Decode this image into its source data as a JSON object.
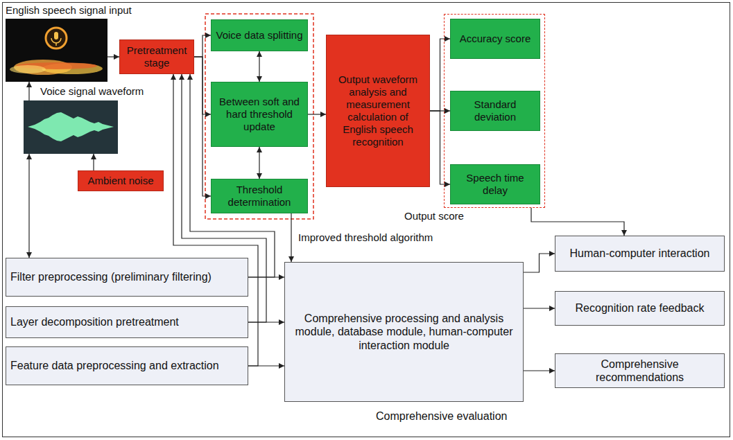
{
  "diagram": {
    "nodes": [
      {
        "text": [
          "English speech signal input"
        ]
      },
      {
        "text": [
          "Voice signal waveform"
        ]
      },
      {
        "text": [
          "Pretreatment stage"
        ]
      },
      {
        "text": [
          "Voice data splitting"
        ]
      },
      {
        "text": [
          "Between soft and hard threshold update"
        ]
      },
      {
        "text": [
          "Threshold determination"
        ]
      },
      {
        "text": [
          "Output waveform analysis and measurement calculation of English speech recognition"
        ]
      },
      {
        "text": [
          "Output score"
        ]
      },
      {
        "text": [
          "Accuracy score"
        ],
        "in": 7
      },
      {
        "text": [
          "Standard deviation"
        ],
        "in": 7
      },
      {
        "text": [
          "Speech time delay"
        ],
        "in": 7
      },
      {
        "text": [
          "Ambient noise"
        ]
      },
      {
        "text": [
          "Filter preprocessing (preliminary filtering)"
        ]
      },
      {
        "text": [
          "Layer decomposition pretreatment"
        ]
      },
      {
        "text": [
          "Feature data preprocessing and extraction"
        ]
      },
      {
        "text": [
          "Comprehensive processing and analysis module, database module, human-computer interaction module"
        ]
      },
      {
        "text": [
          "Human-computer interaction"
        ]
      },
      {
        "text": [
          "Recognition rate feedback"
        ]
      },
      {
        "text": [
          "Comprehensive recommendations"
        ]
      }
    ],
    "edges": [
      {
        "from": 1,
        "to": 0,
        "arrow": "to"
      },
      {
        "from": 0,
        "to": 2,
        "arrow": "to"
      },
      {
        "from": 11,
        "to": 1,
        "arrow": "to"
      },
      {
        "from": 1,
        "to": 12,
        "arrow": "both"
      },
      {
        "from": 2,
        "to": 3,
        "arrow": "to"
      },
      {
        "from": 2,
        "to": 4,
        "arrow": "to"
      },
      {
        "from": 2,
        "to": 5,
        "arrow": "to"
      },
      {
        "from": 3,
        "to": 4,
        "arrow": "both"
      },
      {
        "from": 4,
        "to": 5,
        "arrow": "both"
      },
      {
        "from": 4,
        "to": 6,
        "arrow": "to"
      },
      {
        "from": 6,
        "to": 8,
        "arrow": "to"
      },
      {
        "from": 6,
        "to": 9,
        "arrow": "to"
      },
      {
        "from": 6,
        "to": 10,
        "arrow": "to"
      },
      {
        "from": 5,
        "to": 15,
        "label": "Improved threshold algorithm",
        "arrow": "to"
      },
      {
        "from": 7,
        "to": 16,
        "arrow": "to"
      },
      {
        "from": 12,
        "to": 2,
        "arrow": "to"
      },
      {
        "from": 13,
        "to": 2,
        "arrow": "to"
      },
      {
        "from": 14,
        "to": 2,
        "arrow": "to"
      },
      {
        "from": 12,
        "to": 15,
        "arrow": "to"
      },
      {
        "from": 13,
        "to": 15,
        "arrow": "to"
      },
      {
        "from": 14,
        "to": 15,
        "arrow": "to"
      },
      {
        "from": 15,
        "to": 16,
        "arrow": "to"
      },
      {
        "from": 15,
        "to": 17,
        "arrow": "to"
      },
      {
        "from": 15,
        "to": 18,
        "arrow": "to"
      }
    ],
    "labels": [
      "Comprehensive evaluation"
    ]
  }
}
